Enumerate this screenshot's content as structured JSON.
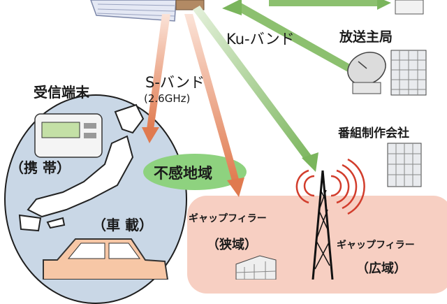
{
  "labels": {
    "ku_band": "Ku-バンド",
    "housou_shukyoku": "放送主局",
    "s_band": "S-バンド",
    "s_band_freq": "(2.6GHz)",
    "jushin_tanmatsu": "受信端末",
    "bangumi_seisaku": "番組制作会社",
    "keitai": "（携 帯）",
    "fukan_chiiki": "不感地域",
    "shasai": "（車 載）",
    "gap_filler_narrow": "ギャップフィラー",
    "narrow_area": "（狭域）",
    "gap_filler_wide": "ギャップフィラー",
    "wide_area": "（広域）"
  },
  "colors": {
    "ellipse_fill": "#c9d7e6",
    "gap_filler_area": "#f7cfc2",
    "dead_zone": "#8ed27f",
    "s_band_arrow": "#e07a4f",
    "ku_band_arrow": "#7ab55c",
    "japan_fill": "#ffffff"
  },
  "icons": [
    "satellite-icon",
    "parabolic-antenna-icon",
    "office-building-icon",
    "handheld-receiver-icon",
    "car-icon",
    "radio-tower-icon",
    "japan-map-icon"
  ]
}
